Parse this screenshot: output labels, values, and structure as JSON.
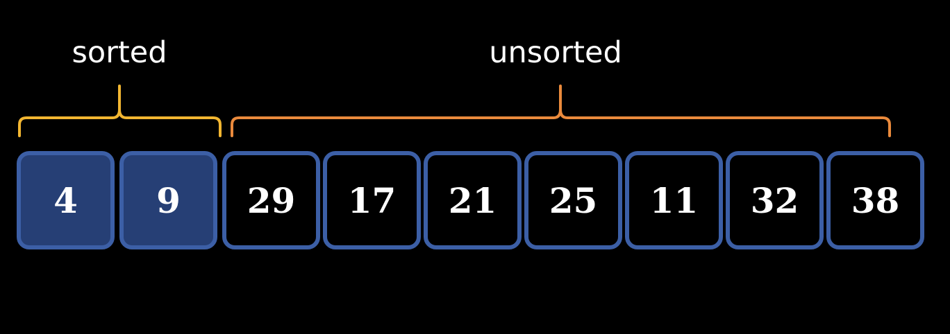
{
  "labels": {
    "sorted": "sorted",
    "unsorted": "unsorted"
  },
  "colors": {
    "background": "#000000",
    "cell_border": "#3c5fa6",
    "sorted_cell_fill": "#263f75",
    "unsorted_cell_fill": "#000000",
    "sorted_brace": "#f2b631",
    "unsorted_brace": "#ea8a3c",
    "text": "#ffffff"
  },
  "array": {
    "sorted_count": 2,
    "cells": [
      "4",
      "9",
      "29",
      "17",
      "21",
      "25",
      "11",
      "32",
      "38"
    ]
  }
}
